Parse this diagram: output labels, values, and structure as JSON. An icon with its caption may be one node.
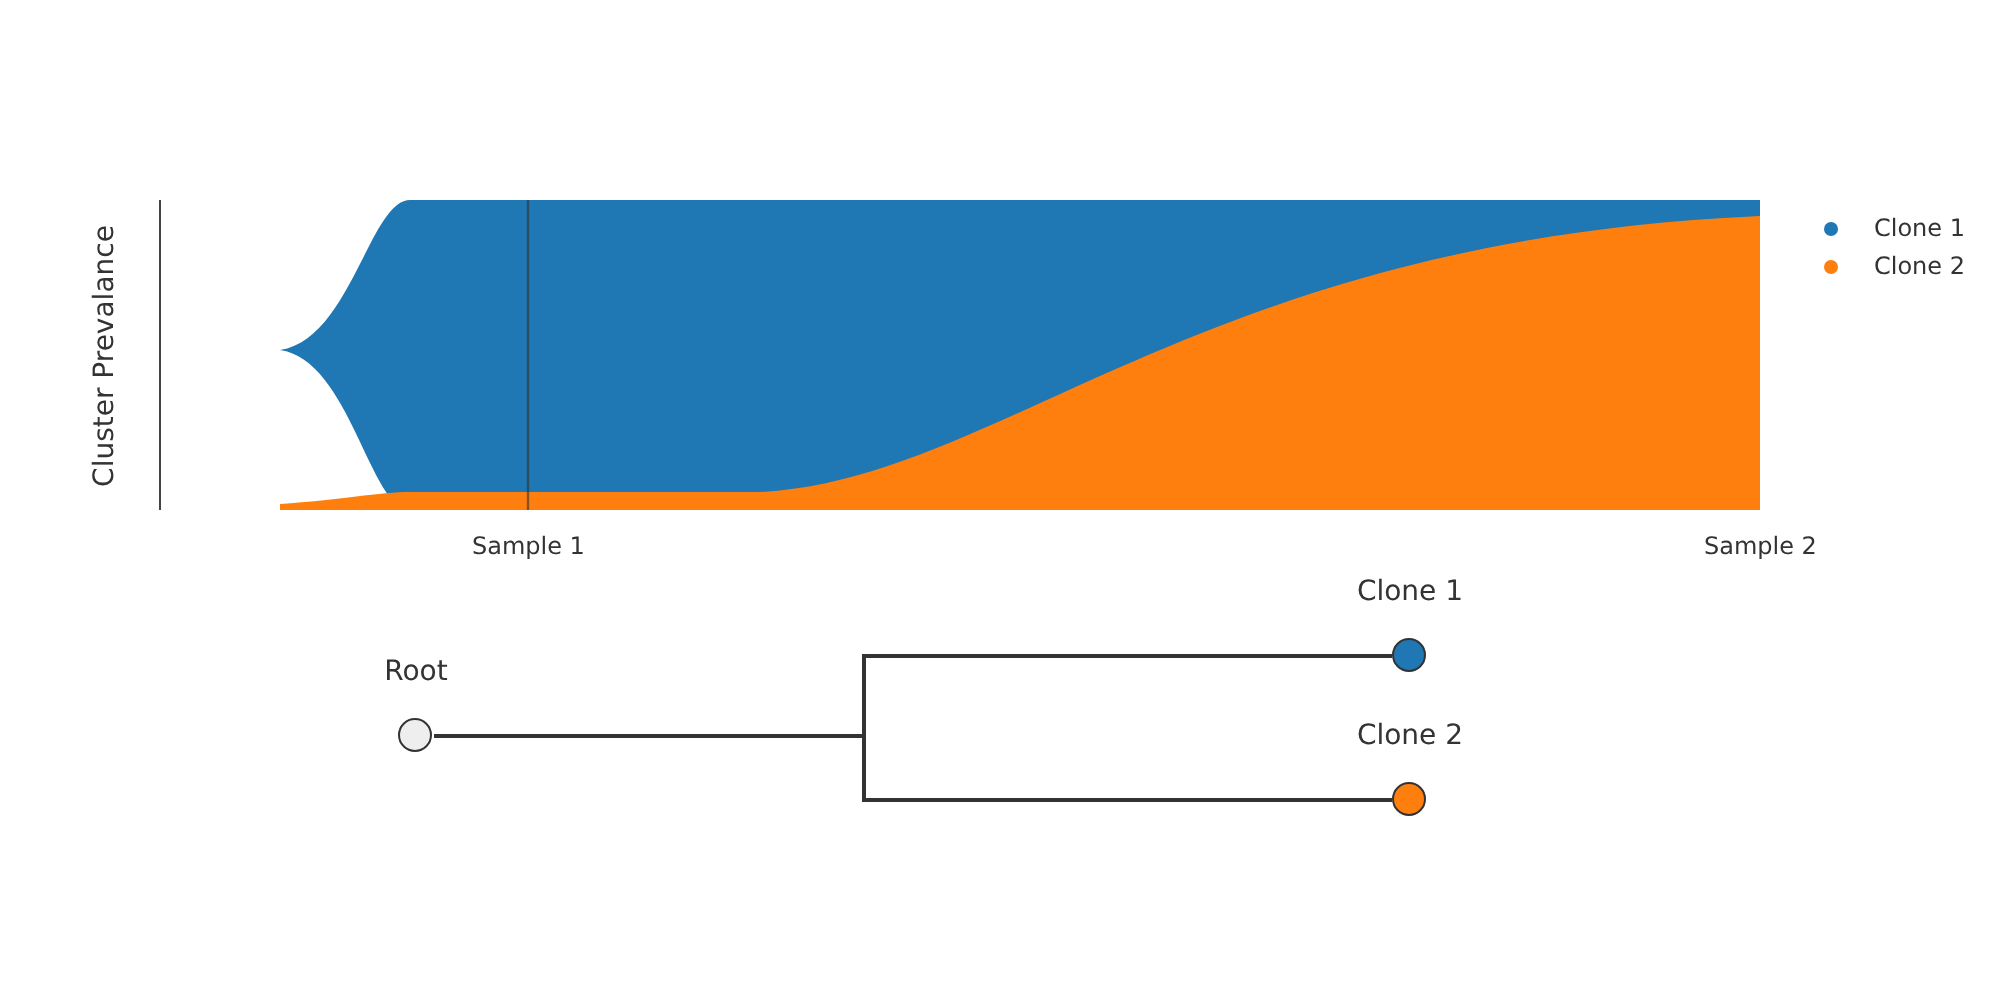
{
  "diagram": {
    "nodes": [
      {
        "text": [
          "Root"
        ]
      },
      {
        "text": [
          "Clone 1"
        ]
      },
      {
        "text": [
          "Clone 2"
        ]
      }
    ],
    "edges": [
      {
        "from": 0,
        "to": 1,
        "arrow": "none"
      },
      {
        "from": 0,
        "to": 2,
        "arrow": "none"
      }
    ],
    "labels": [
      "Cluster Prevalance",
      "Sample 1",
      "Sample 2"
    ],
    "legend": [
      {
        "text": "Clone 1",
        "color": "#1f77b4"
      },
      {
        "text": "Clone 2",
        "color": "#ff7f0e"
      }
    ]
  }
}
